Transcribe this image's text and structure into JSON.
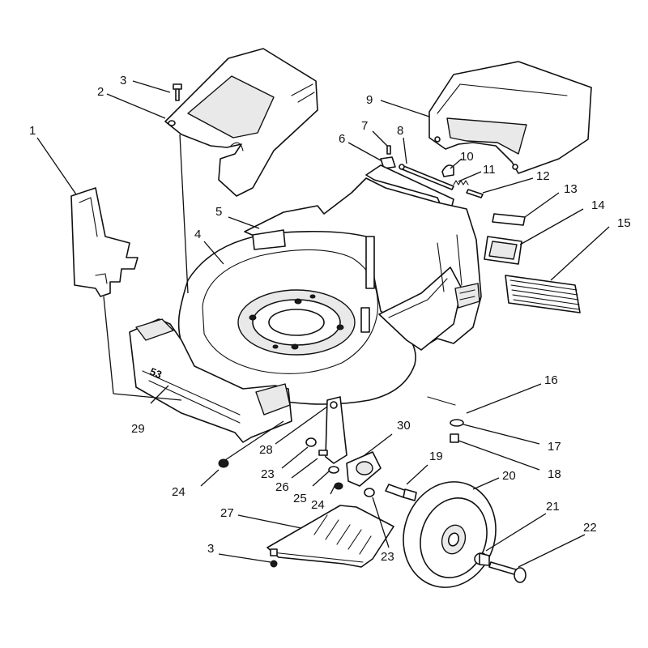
{
  "deck_label": "53",
  "callouts": [
    {
      "id": "c1",
      "label": "1"
    },
    {
      "id": "c2",
      "label": "2"
    },
    {
      "id": "c3a",
      "label": "3"
    },
    {
      "id": "c3b",
      "label": "3"
    },
    {
      "id": "c4",
      "label": "4"
    },
    {
      "id": "c5",
      "label": "5"
    },
    {
      "id": "c6",
      "label": "6"
    },
    {
      "id": "c7",
      "label": "7"
    },
    {
      "id": "c8",
      "label": "8"
    },
    {
      "id": "c9",
      "label": "9"
    },
    {
      "id": "c10",
      "label": "10"
    },
    {
      "id": "c11",
      "label": "11"
    },
    {
      "id": "c12",
      "label": "12"
    },
    {
      "id": "c13",
      "label": "13"
    },
    {
      "id": "c14",
      "label": "14"
    },
    {
      "id": "c15",
      "label": "15"
    },
    {
      "id": "c16",
      "label": "16"
    },
    {
      "id": "c17",
      "label": "17"
    },
    {
      "id": "c18",
      "label": "18"
    },
    {
      "id": "c19",
      "label": "19"
    },
    {
      "id": "c20",
      "label": "20"
    },
    {
      "id": "c21",
      "label": "21"
    },
    {
      "id": "c22",
      "label": "22"
    },
    {
      "id": "c23a",
      "label": "23"
    },
    {
      "id": "c23b",
      "label": "23"
    },
    {
      "id": "c24a",
      "label": "24"
    },
    {
      "id": "c24b",
      "label": "24"
    },
    {
      "id": "c25",
      "label": "25"
    },
    {
      "id": "c26",
      "label": "26"
    },
    {
      "id": "c27",
      "label": "27"
    },
    {
      "id": "c28",
      "label": "28"
    },
    {
      "id": "c29",
      "label": "29"
    },
    {
      "id": "c30",
      "label": "30"
    }
  ]
}
